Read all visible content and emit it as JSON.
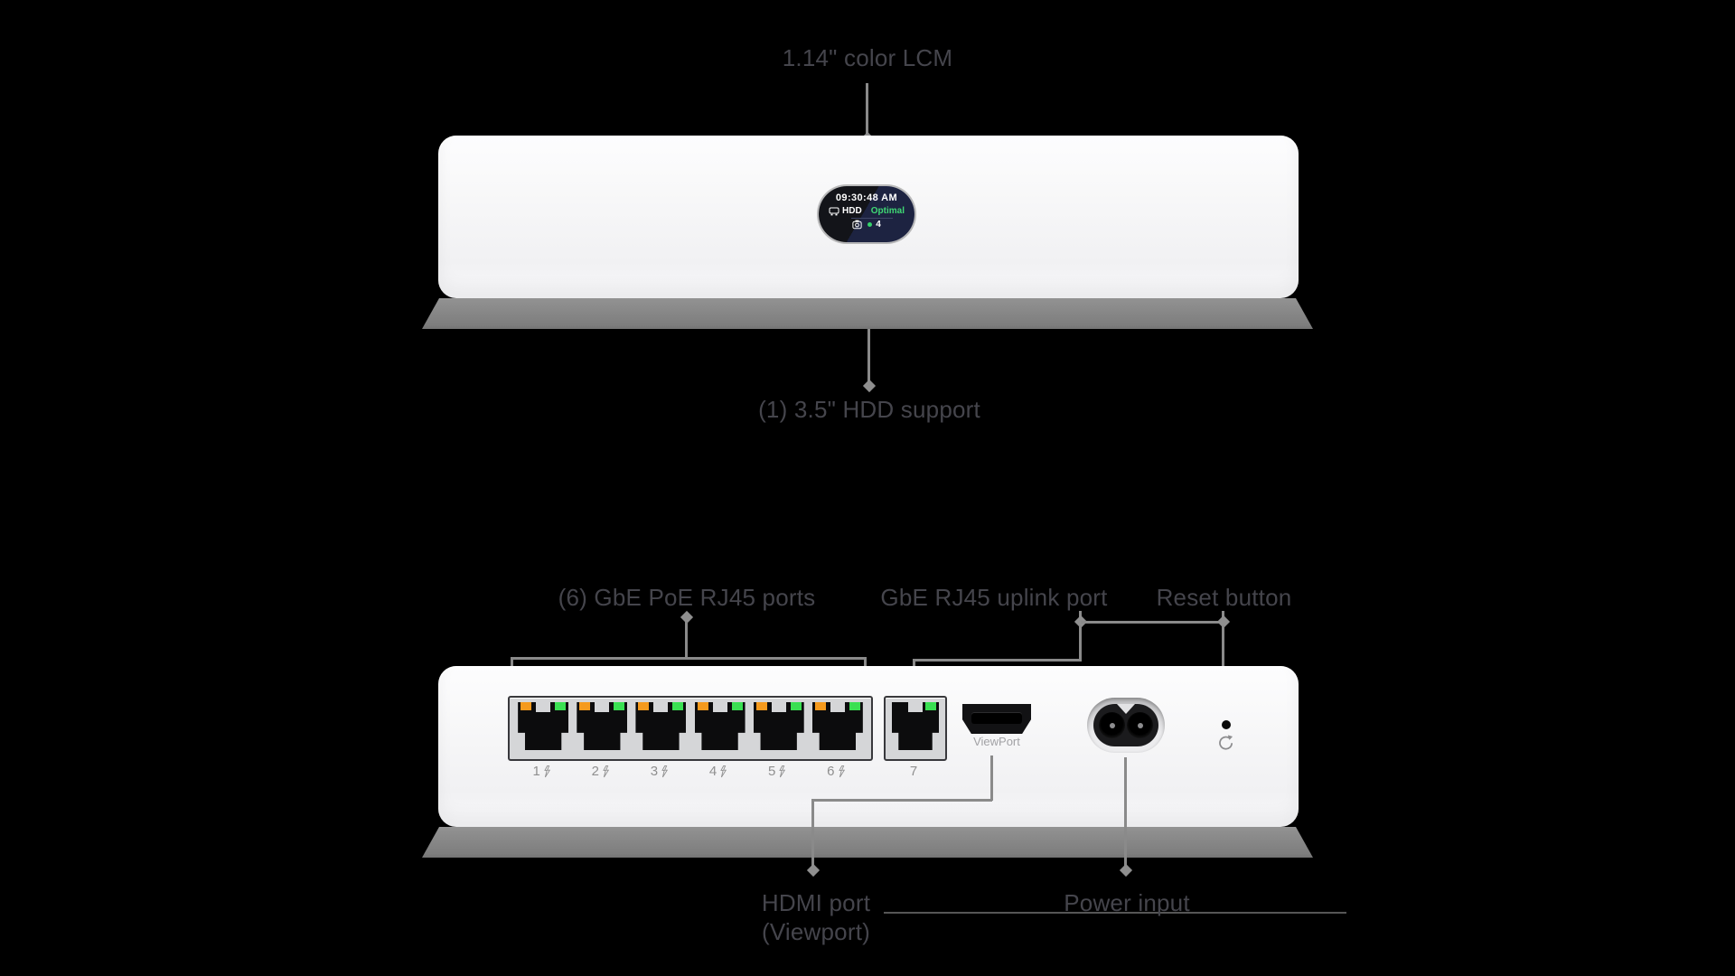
{
  "front": {
    "label_lcm": "1.14\" color LCM",
    "label_hdd": "(1) 3.5\" HDD support",
    "lcm": {
      "time": "09:30:48 AM",
      "hdd": "HDD",
      "status": "Optimal",
      "camera_count": "4"
    }
  },
  "rear": {
    "label_poe_ports": "(6) GbE PoE RJ45 ports",
    "label_uplink": "GbE RJ45 uplink port",
    "label_reset": "Reset button",
    "label_hdmi_1": "HDMI port",
    "label_hdmi_2": "(Viewport)",
    "label_power": "Power input",
    "viewport_port_label": "ViewPort",
    "port_numbers": [
      "1",
      "2",
      "3",
      "4",
      "5",
      "6"
    ],
    "uplink_port_number": "7"
  },
  "colors": {
    "background": "#000000",
    "device_body": "#f5f5f7",
    "device_shadow": "#858585",
    "leader_line": "#8a8a8a",
    "label_text": "#45454c",
    "status_ok_green": "#3fd874",
    "led_orange": "#f59a1d",
    "led_green": "#3ae052",
    "lcm_navy": "#1d2341",
    "lcm_black": "#131419"
  }
}
